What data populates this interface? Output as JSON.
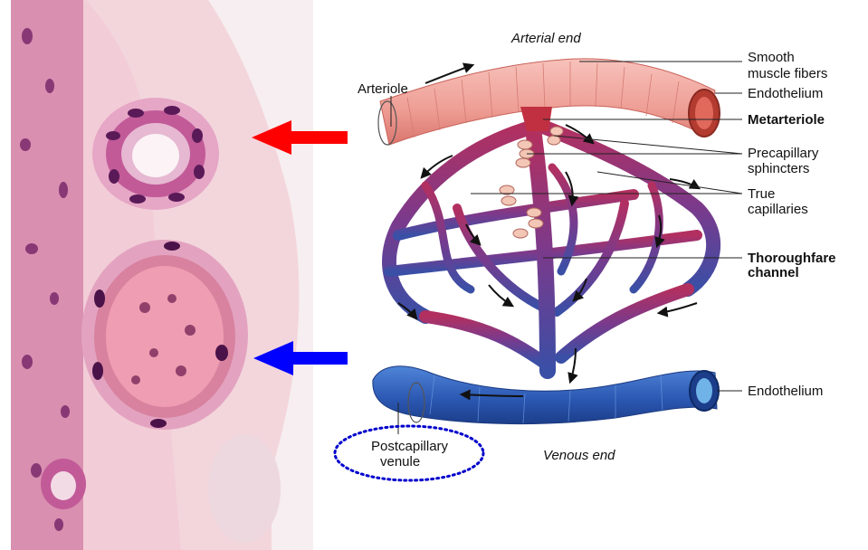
{
  "diagram": {
    "labels": {
      "arterial_end": "Arterial end",
      "venous_end": "Venous end",
      "arteriole": "Arteriole",
      "smooth_muscle_1": "Smooth",
      "smooth_muscle_2": "muscle fibers",
      "endothelium_top": "Endothelium",
      "metarteriole": "Metarteriole",
      "precap_1": "Precapillary",
      "precap_2": "sphincters",
      "true_cap_1": "True",
      "true_cap_2": "capillaries",
      "thoroughfare_1": "Thoroughfare",
      "thoroughfare_2": "channel",
      "endothelium_bottom": "Endothelium",
      "postcap_1": "Postcapillary",
      "postcap_2": "venule"
    },
    "colors": {
      "red_arrow": "#ff0000",
      "blue_arrow": "#0000ff",
      "ellipse_dots": "#0000cc",
      "arteriole_fill": "#f2a7a0",
      "venule_fill": "#2f5fb8",
      "capillary_fill": "#7a3a8c"
    },
    "icons": {
      "red_arrow": "arrow-left-icon",
      "blue_arrow": "arrow-left-icon"
    }
  }
}
